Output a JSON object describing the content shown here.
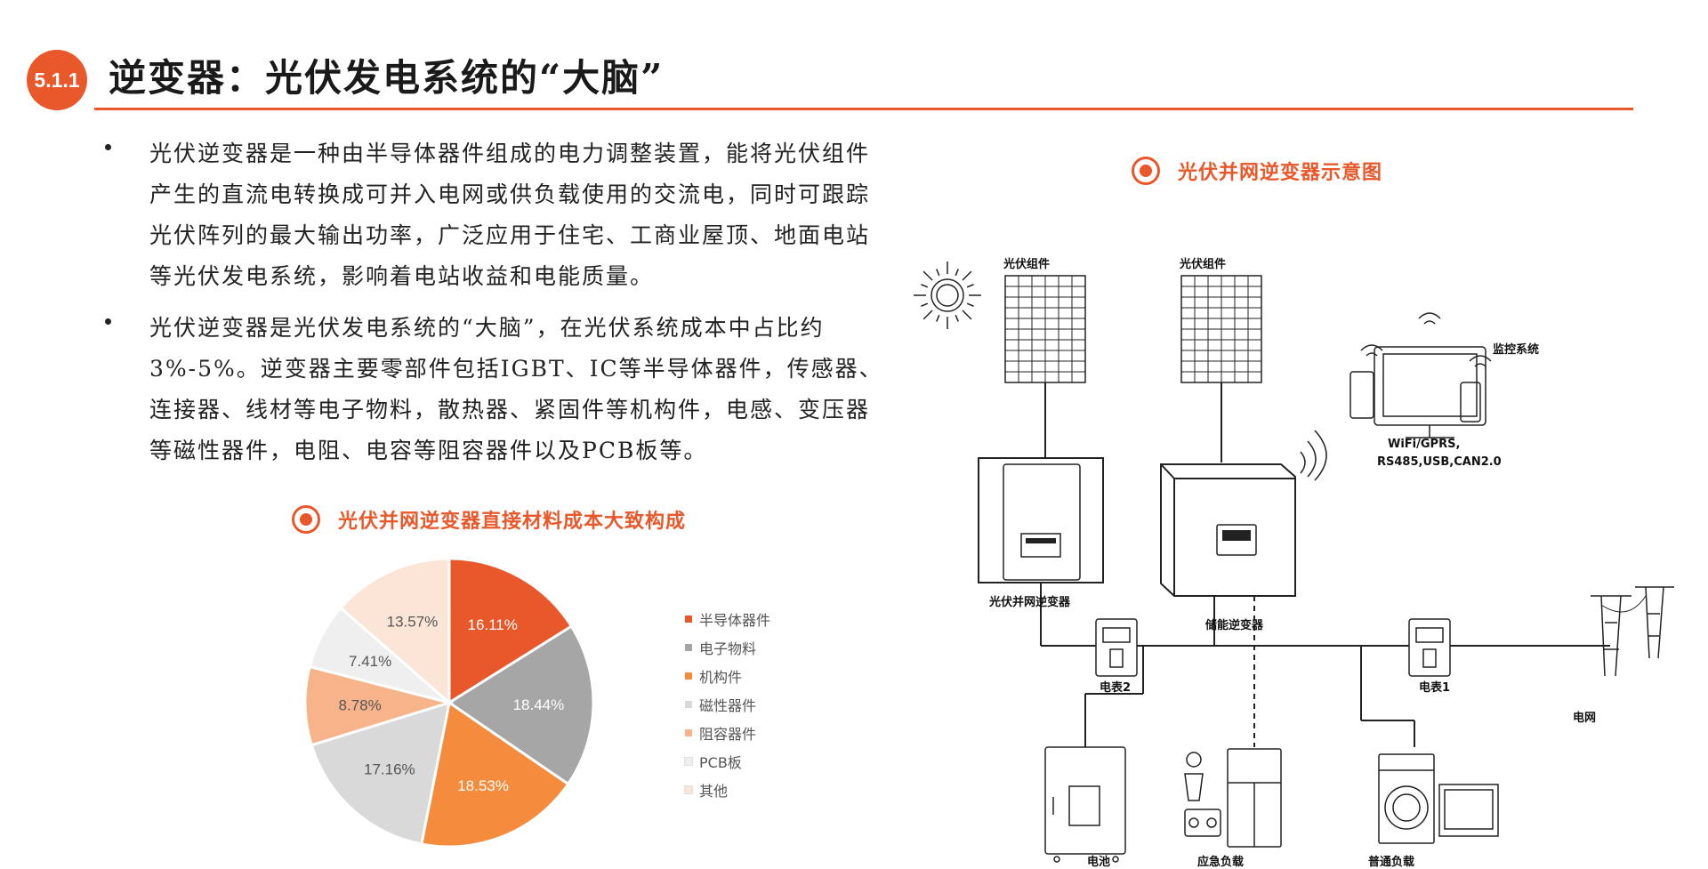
{
  "header": {
    "section_number": "5.1.1",
    "title": "逆变器：光伏发电系统的“大脑”"
  },
  "bullets": [
    "光伏逆变器是一种由半导体器件组成的电力调整装置，能将光伏组件产生的直流电转换成可并入电网或供负载使用的交流电，同时可跟踪光伏阵列的最大输出功率，广泛应用于住宅、工商业屋顶、地面电站等光伏发电系统，影响着电站收益和电能质量。",
    "光伏逆变器是光伏发电系统的“大脑”，在光伏系统成本中占比约3%-5%。逆变器主要零部件包括IGBT、IC等半导体器件，传感器、连接器、线材等电子物料，散热器、紧固件等机构件，电感、变压器等磁性器件，电阻、电容等阻容器件以及PCB板等。"
  ],
  "pie_section": {
    "heading": "光伏并网逆变器直接材料成本大致构成"
  },
  "diagram_section": {
    "heading": "光伏并网逆变器示意图",
    "labels": {
      "pv_module_1": "光伏组件",
      "pv_module_2": "光伏组件",
      "monitor_system": "监控系统",
      "comm_line1": "WiFi/GPRS,",
      "comm_line2": "RS485,USB,CAN2.0",
      "grid_inverter": "光伏并网逆变器",
      "storage_inverter": "储能逆变器",
      "meter_2": "电表2",
      "meter_1": "电表1",
      "grid": "电网",
      "battery": "电池",
      "emergency_load": "应急负载",
      "normal_load": "普通负载"
    }
  },
  "chart_data": {
    "type": "pie",
    "categories": [
      "半导体器件",
      "电子物料",
      "机构件",
      "磁性器件",
      "阻容器件",
      "PCB板",
      "其他"
    ],
    "values": [
      16.11,
      18.44,
      18.53,
      17.16,
      8.78,
      7.41,
      13.57
    ],
    "value_labels": [
      "16.11%",
      "18.44%",
      "18.53%",
      "17.16%",
      "8.78%",
      "7.41%",
      "13.57%"
    ],
    "colors": [
      "#e8582a",
      "#a6a6a6",
      "#f58b3c",
      "#d9d9d9",
      "#f7b48a",
      "#efefef",
      "#fbe5d6"
    ],
    "label_colors": [
      "#ffffff",
      "#ffffff",
      "#ffffff",
      "#555555",
      "#555555",
      "#555555",
      "#555555"
    ],
    "legend_placement": "right",
    "start_angle_deg": 0,
    "direction": "clockwise"
  }
}
